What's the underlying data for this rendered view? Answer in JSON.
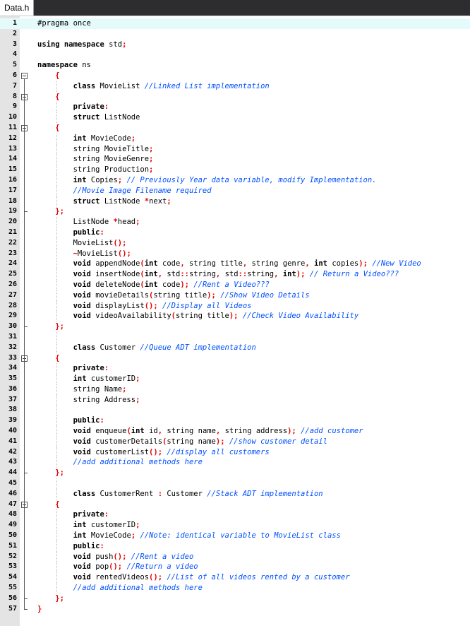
{
  "tab": {
    "label": "Data.h"
  },
  "lines": [
    {
      "n": "1",
      "t": [
        [
          "pp",
          "#pragma once"
        ]
      ]
    },
    {
      "n": "2",
      "t": []
    },
    {
      "n": "3",
      "t": [
        [
          "kw",
          "using namespace "
        ],
        [
          "p",
          "std"
        ],
        [
          "op",
          ";"
        ]
      ]
    },
    {
      "n": "4",
      "t": []
    },
    {
      "n": "5",
      "t": [
        [
          "kw",
          "namespace "
        ],
        [
          "p",
          "ns"
        ]
      ]
    },
    {
      "n": "6",
      "t": [
        [
          "p",
          "    "
        ],
        [
          "op",
          "{"
        ]
      ]
    },
    {
      "n": "7",
      "t": [
        [
          "p",
          "        "
        ],
        [
          "kw",
          "class "
        ],
        [
          "p",
          "MovieList "
        ],
        [
          "cm",
          "//Linked List implementation"
        ]
      ]
    },
    {
      "n": "8",
      "t": [
        [
          "p",
          "    "
        ],
        [
          "op",
          "{"
        ]
      ]
    },
    {
      "n": "9",
      "t": [
        [
          "p",
          "        "
        ],
        [
          "kw",
          "private"
        ],
        [
          "op",
          ":"
        ]
      ]
    },
    {
      "n": "10",
      "t": [
        [
          "p",
          "        "
        ],
        [
          "kw",
          "struct "
        ],
        [
          "p",
          "ListNode"
        ]
      ]
    },
    {
      "n": "11",
      "t": [
        [
          "p",
          "    "
        ],
        [
          "op",
          "{"
        ]
      ]
    },
    {
      "n": "12",
      "t": [
        [
          "p",
          "        "
        ],
        [
          "kw",
          "int "
        ],
        [
          "p",
          "MovieCode"
        ],
        [
          "op",
          ";"
        ]
      ]
    },
    {
      "n": "13",
      "t": [
        [
          "p",
          "        string MovieTitle"
        ],
        [
          "op",
          ";"
        ]
      ]
    },
    {
      "n": "14",
      "t": [
        [
          "p",
          "        string MovieGenre"
        ],
        [
          "op",
          ";"
        ]
      ]
    },
    {
      "n": "15",
      "t": [
        [
          "p",
          "        string Production"
        ],
        [
          "op",
          ";"
        ]
      ]
    },
    {
      "n": "16",
      "t": [
        [
          "p",
          "        "
        ],
        [
          "kw",
          "int "
        ],
        [
          "p",
          "Copies"
        ],
        [
          "op",
          "; "
        ],
        [
          "cm",
          "// Previously Year data variable, modify Implementation."
        ]
      ]
    },
    {
      "n": "17",
      "t": [
        [
          "p",
          "        "
        ],
        [
          "cm",
          "//Movie Image Filename required"
        ]
      ]
    },
    {
      "n": "18",
      "t": [
        [
          "p",
          "        "
        ],
        [
          "kw",
          "struct "
        ],
        [
          "p",
          "ListNode "
        ],
        [
          "op",
          "*"
        ],
        [
          "p",
          "next"
        ],
        [
          "op",
          ";"
        ]
      ]
    },
    {
      "n": "19",
      "t": [
        [
          "p",
          "    "
        ],
        [
          "op",
          "};"
        ]
      ]
    },
    {
      "n": "20",
      "t": [
        [
          "p",
          "        ListNode "
        ],
        [
          "op",
          "*"
        ],
        [
          "p",
          "head"
        ],
        [
          "op",
          ";"
        ]
      ]
    },
    {
      "n": "21",
      "t": [
        [
          "p",
          "        "
        ],
        [
          "kw",
          "public"
        ],
        [
          "op",
          ":"
        ]
      ]
    },
    {
      "n": "22",
      "t": [
        [
          "p",
          "        MovieList"
        ],
        [
          "op",
          "();"
        ]
      ]
    },
    {
      "n": "23",
      "t": [
        [
          "p",
          "        "
        ],
        [
          "op",
          "~"
        ],
        [
          "p",
          "MovieList"
        ],
        [
          "op",
          "();"
        ]
      ]
    },
    {
      "n": "24",
      "t": [
        [
          "p",
          "        "
        ],
        [
          "kw",
          "void "
        ],
        [
          "p",
          "appendNode"
        ],
        [
          "op",
          "("
        ],
        [
          "kw",
          "int "
        ],
        [
          "p",
          "code"
        ],
        [
          "op",
          ", "
        ],
        [
          "p",
          "string title"
        ],
        [
          "op",
          ", "
        ],
        [
          "p",
          "string genre"
        ],
        [
          "op",
          ", "
        ],
        [
          "kw",
          "int "
        ],
        [
          "p",
          "copies"
        ],
        [
          "op",
          "); "
        ],
        [
          "cm",
          "//New Video"
        ]
      ]
    },
    {
      "n": "25",
      "t": [
        [
          "p",
          "        "
        ],
        [
          "kw",
          "void "
        ],
        [
          "p",
          "insertNode"
        ],
        [
          "op",
          "("
        ],
        [
          "kw",
          "int"
        ],
        [
          "op",
          ", "
        ],
        [
          "p",
          "std"
        ],
        [
          "op",
          "::"
        ],
        [
          "p",
          "string"
        ],
        [
          "op",
          ", "
        ],
        [
          "p",
          "std"
        ],
        [
          "op",
          "::"
        ],
        [
          "p",
          "string"
        ],
        [
          "op",
          ", "
        ],
        [
          "kw",
          "int"
        ],
        [
          "op",
          "); "
        ],
        [
          "cm",
          "// Return a Video???"
        ]
      ]
    },
    {
      "n": "26",
      "t": [
        [
          "p",
          "        "
        ],
        [
          "kw",
          "void "
        ],
        [
          "p",
          "deleteNode"
        ],
        [
          "op",
          "("
        ],
        [
          "kw",
          "int "
        ],
        [
          "p",
          "code"
        ],
        [
          "op",
          "); "
        ],
        [
          "cm",
          "//Rent a Video???"
        ]
      ]
    },
    {
      "n": "27",
      "t": [
        [
          "p",
          "        "
        ],
        [
          "kw",
          "void "
        ],
        [
          "p",
          "movieDetails"
        ],
        [
          "op",
          "("
        ],
        [
          "p",
          "string title"
        ],
        [
          "op",
          "); "
        ],
        [
          "cm",
          "//Show Video Details"
        ]
      ]
    },
    {
      "n": "28",
      "t": [
        [
          "p",
          "        "
        ],
        [
          "kw",
          "void "
        ],
        [
          "p",
          "displayList"
        ],
        [
          "op",
          "(); "
        ],
        [
          "cm",
          "//Display all Videos"
        ]
      ]
    },
    {
      "n": "29",
      "t": [
        [
          "p",
          "        "
        ],
        [
          "kw",
          "void "
        ],
        [
          "p",
          "videoAvailability"
        ],
        [
          "op",
          "("
        ],
        [
          "p",
          "string title"
        ],
        [
          "op",
          "); "
        ],
        [
          "cm",
          "//Check Video Availability"
        ]
      ]
    },
    {
      "n": "30",
      "t": [
        [
          "p",
          "    "
        ],
        [
          "op",
          "};"
        ]
      ]
    },
    {
      "n": "31",
      "t": []
    },
    {
      "n": "32",
      "t": [
        [
          "p",
          "        "
        ],
        [
          "kw",
          "class "
        ],
        [
          "p",
          "Customer "
        ],
        [
          "cm",
          "//Queue ADT implementation"
        ]
      ]
    },
    {
      "n": "33",
      "t": [
        [
          "p",
          "    "
        ],
        [
          "op",
          "{"
        ]
      ]
    },
    {
      "n": "34",
      "t": [
        [
          "p",
          "        "
        ],
        [
          "kw",
          "private"
        ],
        [
          "op",
          ":"
        ]
      ]
    },
    {
      "n": "35",
      "t": [
        [
          "p",
          "        "
        ],
        [
          "kw",
          "int "
        ],
        [
          "p",
          "customerID"
        ],
        [
          "op",
          ";"
        ]
      ]
    },
    {
      "n": "36",
      "t": [
        [
          "p",
          "        string Name"
        ],
        [
          "op",
          ";"
        ]
      ]
    },
    {
      "n": "37",
      "t": [
        [
          "p",
          "        string Address"
        ],
        [
          "op",
          ";"
        ]
      ]
    },
    {
      "n": "38",
      "t": []
    },
    {
      "n": "39",
      "t": [
        [
          "p",
          "        "
        ],
        [
          "kw",
          "public"
        ],
        [
          "op",
          ":"
        ]
      ]
    },
    {
      "n": "40",
      "t": [
        [
          "p",
          "        "
        ],
        [
          "kw",
          "void "
        ],
        [
          "p",
          "enqueue"
        ],
        [
          "op",
          "("
        ],
        [
          "kw",
          "int "
        ],
        [
          "p",
          "id"
        ],
        [
          "op",
          ", "
        ],
        [
          "p",
          "string name"
        ],
        [
          "op",
          ", "
        ],
        [
          "p",
          "string address"
        ],
        [
          "op",
          "); "
        ],
        [
          "cm",
          "//add customer"
        ]
      ]
    },
    {
      "n": "41",
      "t": [
        [
          "p",
          "        "
        ],
        [
          "kw",
          "void "
        ],
        [
          "p",
          "customerDetails"
        ],
        [
          "op",
          "("
        ],
        [
          "p",
          "string name"
        ],
        [
          "op",
          "); "
        ],
        [
          "cm",
          "//show customer detail"
        ]
      ]
    },
    {
      "n": "42",
      "t": [
        [
          "p",
          "        "
        ],
        [
          "kw",
          "void "
        ],
        [
          "p",
          "customerList"
        ],
        [
          "op",
          "(); "
        ],
        [
          "cm",
          "//display all customers"
        ]
      ]
    },
    {
      "n": "43",
      "t": [
        [
          "p",
          "        "
        ],
        [
          "cm",
          "//add additional methods here"
        ]
      ]
    },
    {
      "n": "44",
      "t": [
        [
          "p",
          "    "
        ],
        [
          "op",
          "};"
        ]
      ]
    },
    {
      "n": "45",
      "t": []
    },
    {
      "n": "46",
      "t": [
        [
          "p",
          "        "
        ],
        [
          "kw",
          "class "
        ],
        [
          "p",
          "CustomerRent "
        ],
        [
          "op",
          ": "
        ],
        [
          "p",
          "Customer "
        ],
        [
          "cm",
          "//Stack ADT implementation"
        ]
      ]
    },
    {
      "n": "47",
      "t": [
        [
          "p",
          "    "
        ],
        [
          "op",
          "{"
        ]
      ]
    },
    {
      "n": "48",
      "t": [
        [
          "p",
          "        "
        ],
        [
          "kw",
          "private"
        ],
        [
          "op",
          ":"
        ]
      ]
    },
    {
      "n": "49",
      "t": [
        [
          "p",
          "        "
        ],
        [
          "kw",
          "int "
        ],
        [
          "p",
          "customerID"
        ],
        [
          "op",
          ";"
        ]
      ]
    },
    {
      "n": "50",
      "t": [
        [
          "p",
          "        "
        ],
        [
          "kw",
          "int "
        ],
        [
          "p",
          "MovieCode"
        ],
        [
          "op",
          "; "
        ],
        [
          "cm",
          "//Note: identical variable to MovieList class"
        ]
      ]
    },
    {
      "n": "51",
      "t": [
        [
          "p",
          "        "
        ],
        [
          "kw",
          "public"
        ],
        [
          "op",
          ":"
        ]
      ]
    },
    {
      "n": "52",
      "t": [
        [
          "p",
          "        "
        ],
        [
          "kw",
          "void "
        ],
        [
          "p",
          "push"
        ],
        [
          "op",
          "(); "
        ],
        [
          "cm",
          "//Rent a video"
        ]
      ]
    },
    {
      "n": "53",
      "t": [
        [
          "p",
          "        "
        ],
        [
          "kw",
          "void "
        ],
        [
          "p",
          "pop"
        ],
        [
          "op",
          "(); "
        ],
        [
          "cm",
          "//Return a video"
        ]
      ]
    },
    {
      "n": "54",
      "t": [
        [
          "p",
          "        "
        ],
        [
          "kw",
          "void "
        ],
        [
          "p",
          "rentedVideos"
        ],
        [
          "op",
          "(); "
        ],
        [
          "cm",
          "//List of all videos rented by a customer"
        ]
      ]
    },
    {
      "n": "55",
      "t": [
        [
          "p",
          "        "
        ],
        [
          "cm",
          "//add additional methods here"
        ]
      ]
    },
    {
      "n": "56",
      "t": [
        [
          "p",
          "    "
        ],
        [
          "op",
          "};"
        ]
      ]
    },
    {
      "n": "57",
      "t": [
        [
          "op",
          "}"
        ]
      ]
    }
  ]
}
